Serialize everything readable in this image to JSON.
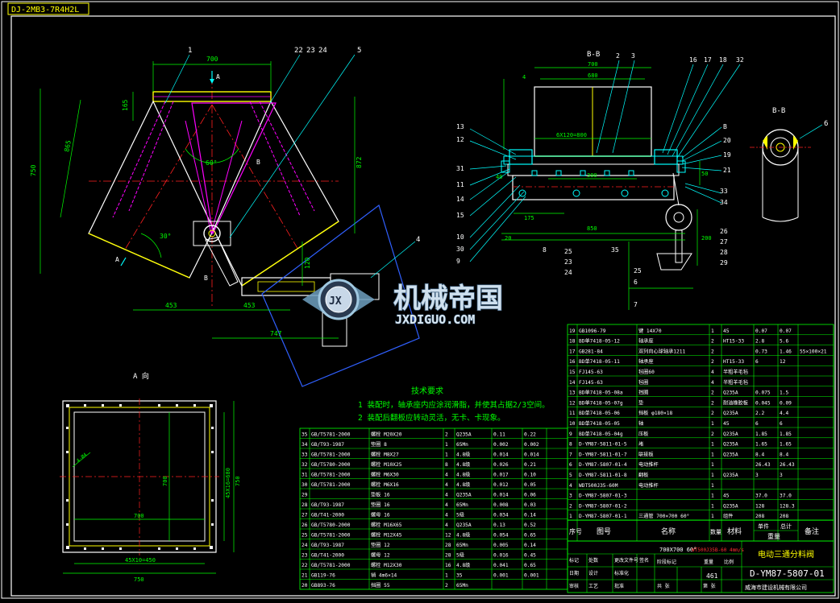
{
  "title_tag": "DJ-2MB3-7R4H2L",
  "drawing_number": "D-YM87-5807-01",
  "product_name": "电动三通分料阀",
  "weight_value": "461",
  "company": "威海市建设机械有限公司",
  "watermark": {
    "title": "机械帝国",
    "subtitle": "JXDIGUO.COM",
    "logo_text": "JX"
  },
  "colors": {
    "background": "#000000",
    "frame": "#ffffff",
    "green": "#00ff00",
    "yellow": "#ffff00",
    "cyan": "#00ffff",
    "red": "#ff0000",
    "blue": "#3060ff",
    "magenta": "#ff00ff"
  },
  "section_labels": {
    "bb_main": "B-B",
    "bb_side": "B-B",
    "a_view": "A 向"
  },
  "main_view": {
    "balloons": [
      "1",
      "22",
      "23",
      "24",
      "5",
      "4"
    ],
    "dims": [
      "700",
      "165",
      "750",
      "865",
      "872",
      "453",
      "453",
      "747",
      "60°",
      "30°",
      "120"
    ],
    "markers": [
      "A",
      "A",
      "B",
      "B"
    ]
  },
  "bb_view": {
    "balloons_top": [
      "2",
      "3",
      "16",
      "17",
      "18",
      "32"
    ],
    "balloons_left": [
      "13",
      "12",
      "31",
      "11",
      "14",
      "15",
      "10",
      "30",
      "9"
    ],
    "balloons_right": [
      "B",
      "20",
      "19",
      "21",
      "33",
      "34",
      "26",
      "27",
      "28",
      "29"
    ],
    "balloons_bottom": [
      "8",
      "25",
      "23",
      "24",
      "35",
      "25",
      "6",
      "7"
    ],
    "dims": [
      "700",
      "680",
      "4",
      "6X120=800",
      "300",
      "175",
      "850",
      "50",
      "40",
      "20",
      "200"
    ]
  },
  "side_view": {
    "balloon": "6"
  },
  "a_view": {
    "dims": [
      "750",
      "45X10=450",
      "700",
      "750",
      "700",
      "45X16=680",
      "4-Ø4"
    ]
  },
  "tech_notes": {
    "heading": "技术要求",
    "lines": [
      "1 装配时，轴承座内应涂润滑脂，并使其占据2/3空间。",
      "2 装配后翻板应转动灵活，无卡、卡现象。"
    ]
  },
  "bom_left": [
    [
      "35",
      "GB/T5781-2000",
      "螺栓 M20X20",
      "2",
      "Q235A",
      "0.11",
      "0.22"
    ],
    [
      "34",
      "GB/T93-1987",
      "垫圈 8",
      "1",
      "65Mn",
      "0.002",
      "0.002"
    ],
    [
      "33",
      "GB/T5781-2000",
      "螺栓 M8X27",
      "1",
      "4.8级",
      "0.014",
      "0.014"
    ],
    [
      "32",
      "GB/T5780-2000",
      "螺栓 M10X25",
      "8",
      "4.8级",
      "0.026",
      "0.21"
    ],
    [
      "31",
      "GB/T5781-2000",
      "螺栓 M6X30",
      "4",
      "4.8级",
      "0.017",
      "0.10"
    ],
    [
      "30",
      "GB/T5781-2000",
      "螺栓 M6X16",
      "4",
      "4.8级",
      "0.012",
      "0.05"
    ],
    [
      "29",
      "",
      "垫板 16",
      "4",
      "Q235A",
      "0.014",
      "0.06"
    ],
    [
      "28",
      "GB/T93-1987",
      "垫圈 16",
      "4",
      "65Mn",
      "0.008",
      "0.03"
    ],
    [
      "27",
      "GB/T41-2000",
      "螺母 16",
      "4",
      "5级",
      "0.034",
      "0.14"
    ],
    [
      "26",
      "GB/T5780-2000",
      "螺栓 M16X65",
      "4",
      "Q235A",
      "0.13",
      "0.52"
    ],
    [
      "25",
      "GB/T5781-2000",
      "螺栓 M12X45",
      "12",
      "4.8级",
      "0.054",
      "0.65"
    ],
    [
      "24",
      "GB/T93-1987",
      "垫圈 12",
      "28",
      "65Mn",
      "0.005",
      "0.14"
    ],
    [
      "23",
      "GB/T41-2000",
      "螺母 12",
      "28",
      "5级",
      "0.016",
      "0.45"
    ],
    [
      "22",
      "GB/T5781-2000",
      "螺栓 M12X30",
      "16",
      "4.8级",
      "0.041",
      "0.65"
    ],
    [
      "21",
      "GB119-76",
      "销 4m6×14",
      "1",
      "35",
      "0.001",
      "0.001"
    ],
    [
      "20",
      "GB893-76",
      "挡圈 55",
      "2",
      "65Mn",
      "",
      ""
    ]
  ],
  "bom_right": [
    [
      "19",
      "GB1096-79",
      "键 14X70",
      "1",
      "45",
      "0.07",
      "0.07"
    ],
    [
      "18",
      "BD单7418-05-12",
      "轴承座",
      "2",
      "HT15-33",
      "2.8",
      "5.6"
    ],
    [
      "17",
      "GB281-84",
      "双列向心球轴承1211",
      "2",
      "",
      "0.73",
      "1.46",
      "55×100×21"
    ],
    [
      "16",
      "BD单7418-05-11",
      "轴承座",
      "2",
      "HT15-33",
      "6",
      "12"
    ],
    [
      "15",
      "FJ145-63",
      "毡圈60",
      "4",
      "半粗羊毛毡",
      "",
      ""
    ],
    [
      "14",
      "FJ145-63",
      "毡圈",
      "4",
      "半粗羊毛毡",
      "",
      ""
    ],
    [
      "13",
      "BD单7418-05-08a",
      "挡圈",
      "2",
      "Q235A",
      "0.075",
      "1.5"
    ],
    [
      "12",
      "BD单7418-05-07g",
      "垫",
      "2",
      "耐油橡胶板",
      "0.045",
      "0.09"
    ],
    [
      "11",
      "BD单7418-05-06",
      "挡板 φ180×18",
      "2",
      "Q235A",
      "2.2",
      "4.4"
    ],
    [
      "10",
      "BD单7418-05-05",
      "轴",
      "1",
      "45",
      "6",
      "6"
    ],
    [
      "9",
      "BD单7418-05-04g",
      "压板",
      "2",
      "Q235A",
      "1.85",
      "1.85"
    ],
    [
      "8",
      "D-YM87-5811-01-5",
      "堵",
      "1",
      "Q235A",
      "1.65",
      "1.65"
    ],
    [
      "7",
      "D-YM87-5811-01-7",
      "联接板",
      "1",
      "Q235A",
      "8.4",
      "8.4"
    ],
    [
      "6",
      "D-YM87-5807-01-4",
      "电动推杆",
      "1",
      "",
      "26.43",
      "26.43"
    ],
    [
      "5",
      "D-YM87-5811-01-8",
      "翻板",
      "1",
      "Q235A",
      "3",
      "3"
    ],
    [
      "4",
      "WDT500J35-60M",
      "电动推杆",
      "1",
      "",
      "",
      ""
    ],
    [
      "3",
      "D-YM87-5807-01-3",
      "",
      "1",
      "45",
      "37.0",
      "37.0"
    ],
    [
      "2",
      "D-YM87-5807-01-2",
      "",
      "1",
      "Q235A",
      "128",
      "128.3"
    ],
    [
      "1",
      "D-YM87-5807-01-1",
      "三通管 700×700 60°",
      "1",
      "组件",
      "208",
      "208"
    ]
  ],
  "bom_header": {
    "seq": "序号",
    "code": "图号",
    "name": "名称",
    "qty": "数量",
    "material": "材料",
    "unit": "单件",
    "total": "总计",
    "weight": "重量",
    "remark": "备注"
  },
  "title_block": {
    "spec_line": "700X700 60°",
    "spec_note": "WT500J35B-60 4mm/s",
    "cells": [
      "标记",
      "处数",
      "更改文件号",
      "签名",
      "日期",
      "设计",
      "标准化",
      "阶段标记",
      "重量",
      "比例",
      "审核",
      "工艺",
      "批准",
      "共 张",
      "第 张"
    ]
  }
}
